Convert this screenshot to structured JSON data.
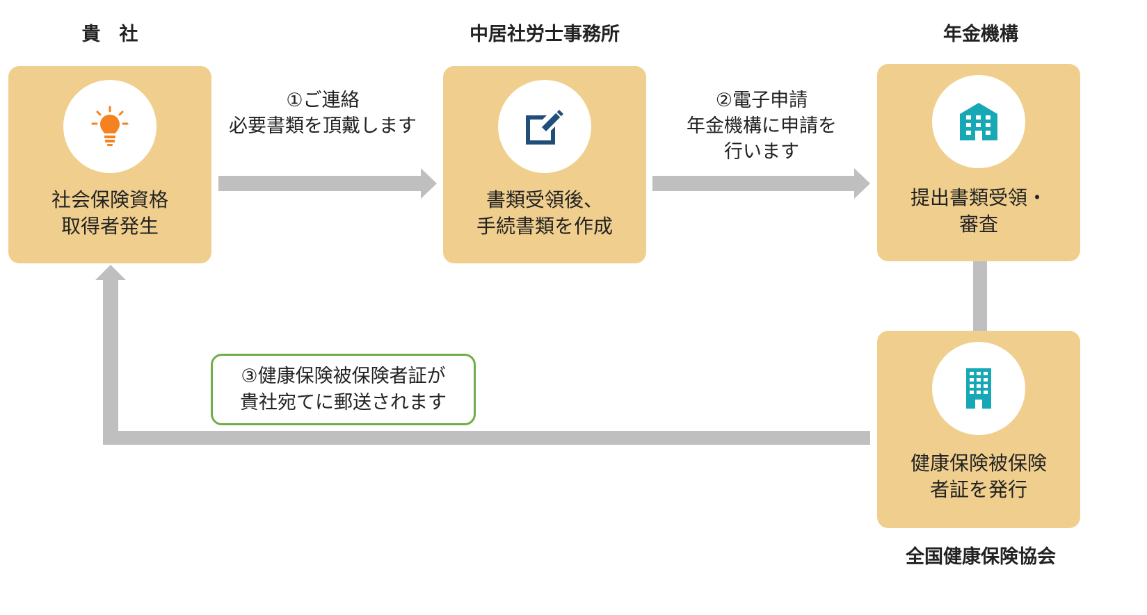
{
  "headings": {
    "company": "貴　社",
    "office": "中居社労士事務所",
    "pension": "年金機構",
    "kyokai": "全国健康保険協会"
  },
  "boxes": {
    "company": "社会保険資格\n取得者発生",
    "office": "書類受領後、\n手続書類を作成",
    "pension": "提出書類受領・\n審査",
    "kyokai": "健康保険被保険\n者証を発行"
  },
  "steps": {
    "step1": "①ご連絡\n必要書類を頂戴します",
    "step2": "②電子申請\n年金機構に申請を\n行います",
    "step3": "③健康保険被保険者証が\n貴社宛てに郵送されます"
  },
  "icons": {
    "company": "lightbulb-icon",
    "office": "edit-document-icon",
    "pension": "office-building-icon",
    "kyokai": "tower-building-icon"
  },
  "colors": {
    "box": "#f0cf8e",
    "arrow": "#bfbfbf",
    "note_border": "#70ad47",
    "bulb": "#f58220",
    "pen": "#1f4e79",
    "building": "#17a8b5"
  }
}
